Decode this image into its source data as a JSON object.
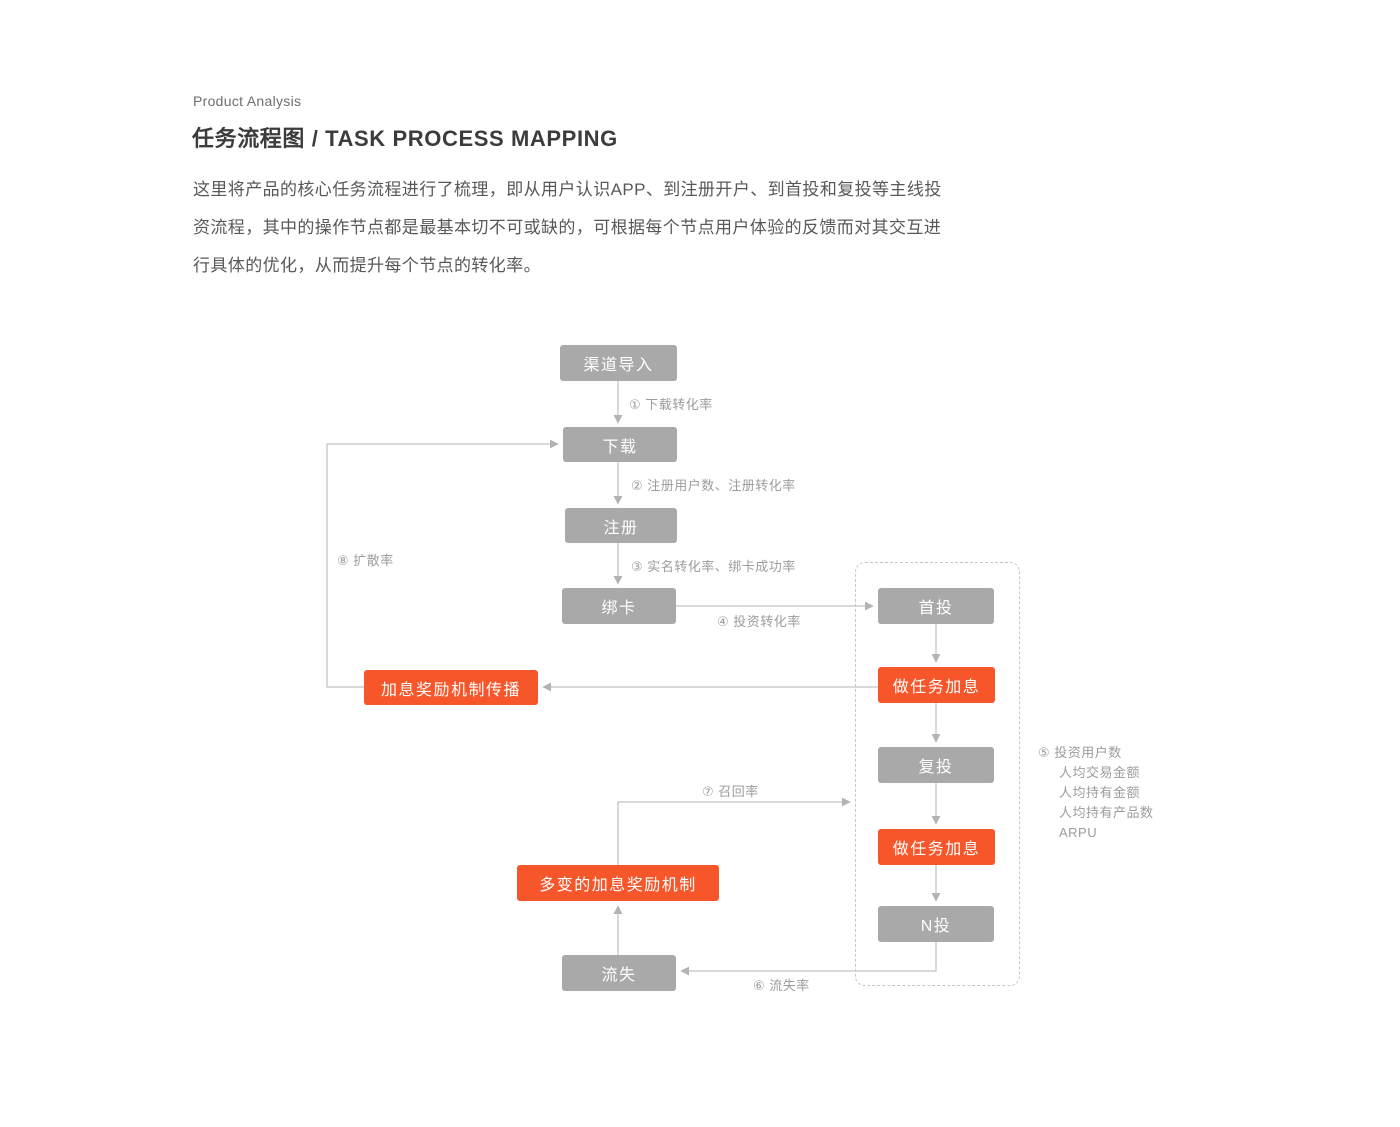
{
  "header": {
    "eyebrow": "Product Analysis",
    "title": "任务流程图 / TASK PROCESS MAPPING",
    "description": [
      "这里将产品的核心任务流程进行了梳理，即从用户认识APP、到注册开户、到首投和复投等主线投",
      "资流程，其中的操作节点都是最基本切不可或缺的，可根据每个节点用户体验的反馈而对其交互进",
      "行具体的优化，从而提升每个节点的转化率。"
    ]
  },
  "colors": {
    "node_gray": "#a9a9a9",
    "node_orange": "#f7552a",
    "connector_gray": "#b3b3b3",
    "label_gray": "#9c9c9c",
    "title_dark": "#3c3c3c"
  },
  "nodes": {
    "channel": "渠道导入",
    "download": "下载",
    "register": "注册",
    "bind_card": "绑卡",
    "first_invest": "首投",
    "task_bonus_1": "做任务加息",
    "reinvest": "复投",
    "task_bonus_2": "做任务加息",
    "n_invest": "N投",
    "bonus_spread": "加息奖励机制传播",
    "variable_bonus": "多变的加息奖励机制",
    "churn": "流失"
  },
  "edge_labels": {
    "download_rate": "① 下载转化率",
    "register_metrics": "② 注册用户数、注册转化率",
    "realname_bind_rate": "③ 实名转化率、绑卡成功率",
    "invest_rate": "④ 投资转化率",
    "churn_rate": "⑥ 流失率",
    "recall_rate": "⑦ 召回率",
    "spread_rate": "⑧ 扩散率",
    "invest_user_metrics": [
      "⑤ 投资用户数",
      "人均交易金额",
      "人均持有金额",
      "人均持有产品数",
      "ARPU"
    ]
  },
  "edges": [
    {
      "from": "channel",
      "to": "download"
    },
    {
      "from": "download",
      "to": "register"
    },
    {
      "from": "register",
      "to": "bind_card"
    },
    {
      "from": "bind_card",
      "to": "first_invest"
    },
    {
      "from": "first_invest",
      "to": "task_bonus_1"
    },
    {
      "from": "task_bonus_1",
      "to": "reinvest"
    },
    {
      "from": "reinvest",
      "to": "task_bonus_2"
    },
    {
      "from": "task_bonus_2",
      "to": "n_invest"
    },
    {
      "from": "task_bonus_1",
      "to": "bonus_spread"
    },
    {
      "from": "bonus_spread",
      "to": "download"
    },
    {
      "from": "n_invest",
      "to": "churn"
    },
    {
      "from": "churn",
      "to": "variable_bonus"
    },
    {
      "from": "variable_bonus",
      "to": "invest_loop_group"
    }
  ]
}
